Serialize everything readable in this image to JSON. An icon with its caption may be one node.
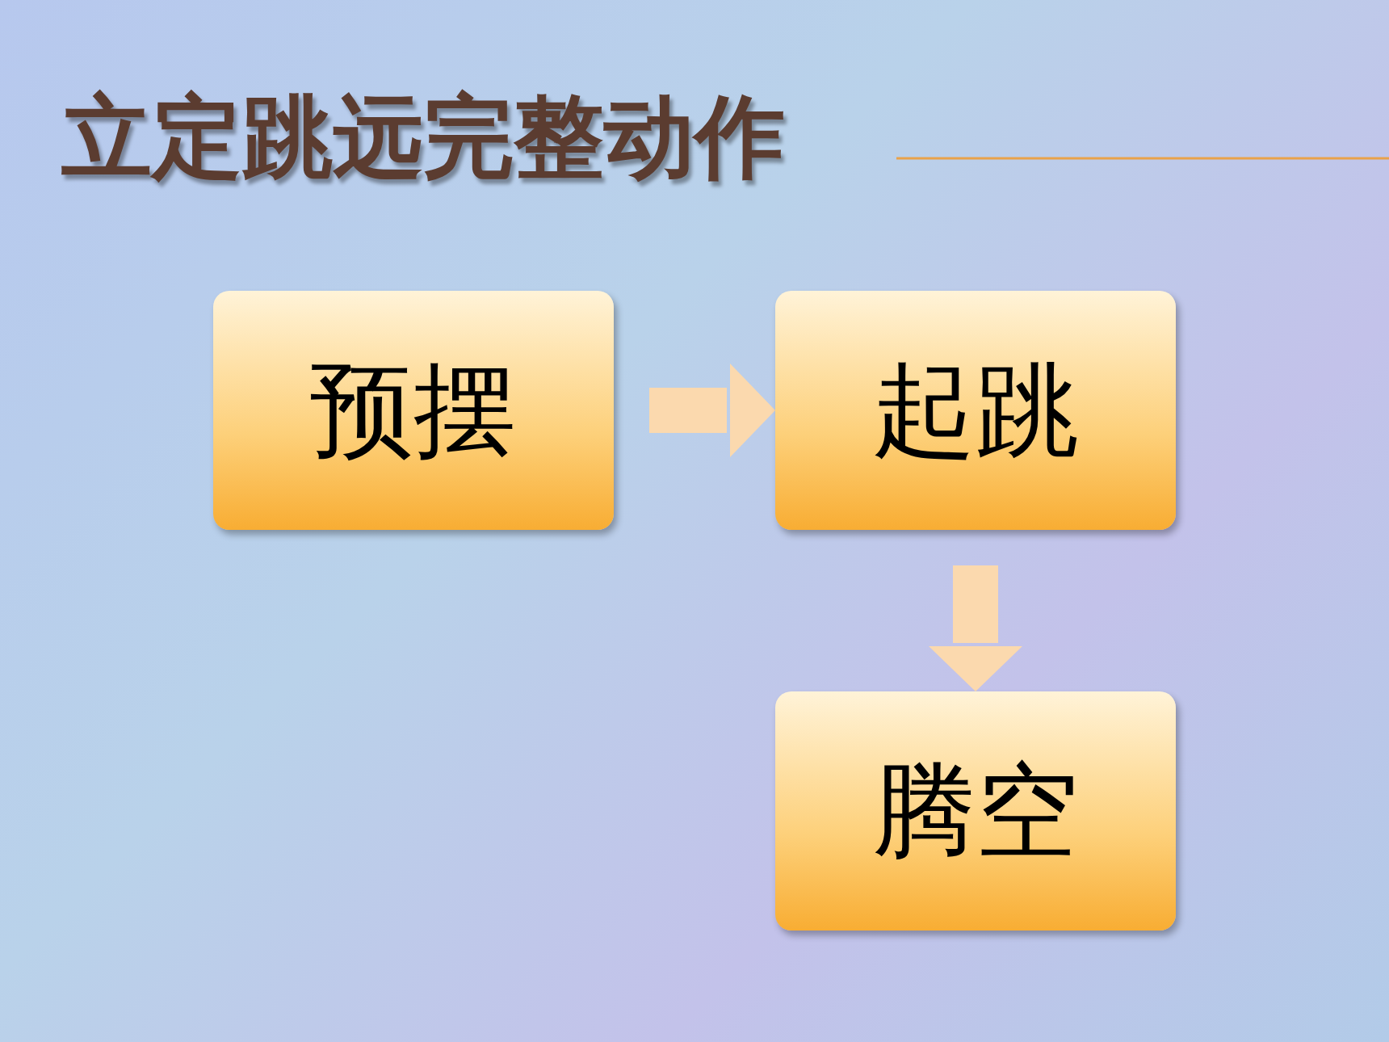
{
  "diagram": {
    "title": "立定跳远完整动作",
    "nodes": [
      {
        "text": [
          "预摆"
        ]
      },
      {
        "text": [
          "起跳"
        ]
      },
      {
        "text": [
          "腾空"
        ]
      }
    ],
    "edges": [
      {
        "from": 0,
        "to": 1,
        "arrow": "to"
      },
      {
        "from": 1,
        "to": 2,
        "arrow": "to"
      }
    ]
  }
}
